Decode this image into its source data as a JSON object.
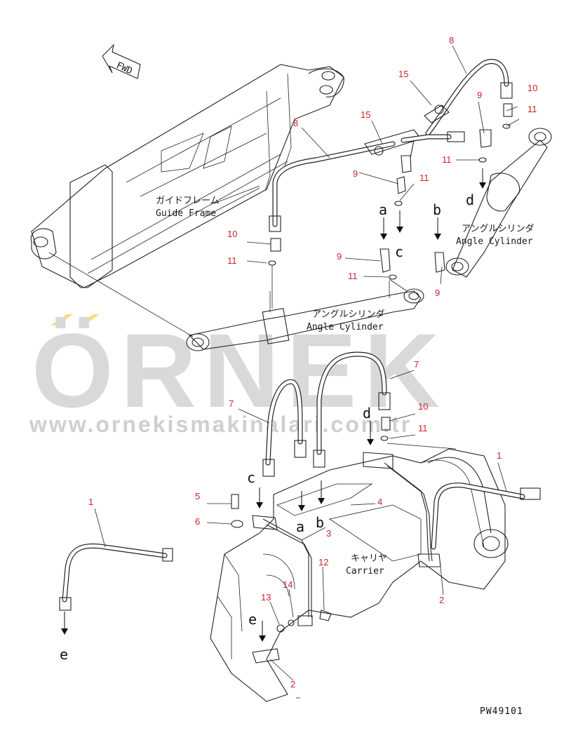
{
  "watermark": {
    "brand": "ÖRNEK",
    "url": "www.ornekismakinalari.com.tr",
    "accent_color": "#f4dc7a",
    "text_color": "#d9d9d9"
  },
  "direction_badge": {
    "text": "FWD"
  },
  "labels": {
    "guide_frame_jp": "ガイドフレーム",
    "guide_frame_en": "Guide Frame",
    "angle_cyl_1_jp": "アングルシリンダ",
    "angle_cyl_1_en": "Angle Cylinder",
    "angle_cyl_2_jp": "アングルシリンダ",
    "angle_cyl_2_en": "Angle Cylinder",
    "carrier_jp": "キャリヤ",
    "carrier_en": "Carrier"
  },
  "part_numbers": {
    "p8a": "8",
    "p8b": "8",
    "p15a": "15",
    "p15b": "15",
    "p9a": "9",
    "p9b": "9",
    "p9c": "9",
    "p9d": "9",
    "p10a": "10",
    "p10b": "10",
    "p10c": "10",
    "p11a": "11",
    "p11b": "11",
    "p11c": "11",
    "p11d": "11",
    "p11e": "11",
    "p11f": "11",
    "p7a": "7",
    "p7b": "7",
    "p1a": "1",
    "p1b": "1",
    "p2a": "2",
    "p2b": "2",
    "p3": "3",
    "p4": "4",
    "p5": "5",
    "p6": "6",
    "p12": "12",
    "p13": "13",
    "p14": "14"
  },
  "connection_letters": {
    "a_top": "a",
    "b_top": "b",
    "c_top": "c",
    "d_top": "d",
    "c_bottom": "c",
    "d_bottom": "d",
    "a_bottom": "a",
    "b_bottom": "b",
    "e_bottom": "e",
    "e_left": "e"
  },
  "drawing_code": "PW49101"
}
